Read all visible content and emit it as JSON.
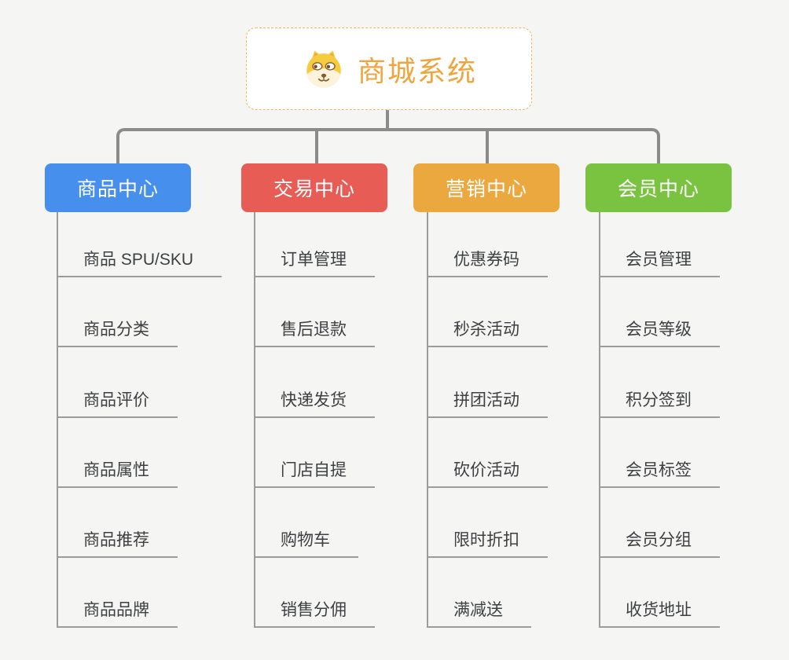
{
  "root": {
    "title": "商城系统",
    "icon": "dog-face-icon"
  },
  "branches": [
    {
      "label": "商品中心",
      "color": "#478FEC",
      "items": [
        "商品 SPU/SKU",
        "商品分类",
        "商品评价",
        "商品属性",
        "商品推荐",
        "商品品牌"
      ]
    },
    {
      "label": "交易中心",
      "color": "#E75D56",
      "items": [
        "订单管理",
        "售后退款",
        "快递发货",
        "门店自提",
        "购物车",
        "销售分佣"
      ]
    },
    {
      "label": "营销中心",
      "color": "#EBA83E",
      "items": [
        "优惠券码",
        "秒杀活动",
        "拼团活动",
        "砍价活动",
        "限时折扣",
        "满减送"
      ]
    },
    {
      "label": "会员中心",
      "color": "#79C340",
      "items": [
        "会员管理",
        "会员等级",
        "积分签到",
        "会员标签",
        "会员分组",
        "收货地址"
      ]
    }
  ],
  "colors": {
    "background": "#F5F5F3",
    "root_title": "#EFA53D",
    "root_border": "#F0B65C",
    "connector": "#8B8B8B",
    "child_line": "#9C9C9C",
    "item_text": "#3D3F42"
  }
}
